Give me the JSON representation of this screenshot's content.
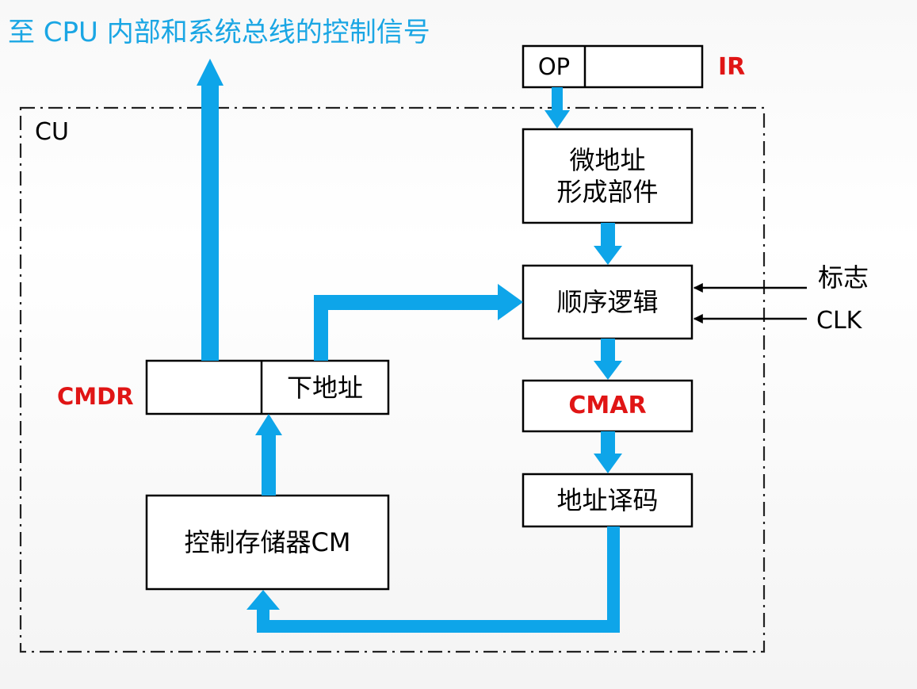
{
  "colors": {
    "arrow": "#0ea5e9",
    "accent_red": "#e01515",
    "title_blue": "#1aa6e4",
    "line": "#000000"
  },
  "title": "至 CPU 内部和系统总线的控制信号",
  "cu_label": "CU",
  "ir": {
    "op": "OP",
    "label": "IR"
  },
  "blocks": {
    "micro_addr_line1": "微地址",
    "micro_addr_line2": "形成部件",
    "sequence_logic": "顺序逻辑",
    "cmar": "CMAR",
    "addr_decode": "地址译码",
    "control_store": "控制存储器CM",
    "next_addr": "下地址",
    "cmdr": "CMDR"
  },
  "inputs": {
    "flag": "标志",
    "clk": "CLK"
  }
}
